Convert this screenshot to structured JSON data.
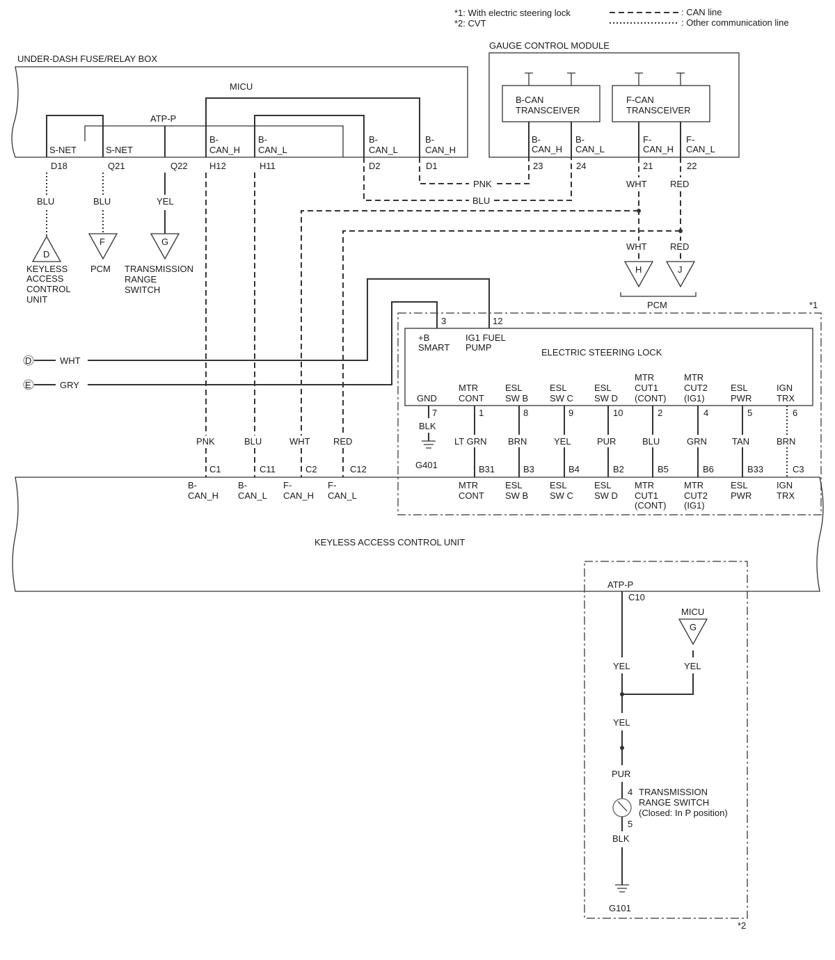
{
  "legend": {
    "note1": "*1: With electric steering lock",
    "note2": "*2: CVT",
    "can_line": ": CAN line",
    "other_line": ": Other communication line"
  },
  "fuse_box": {
    "title": "UNDER-DASH FUSE/RELAY BOX",
    "micu": "MICU",
    "atp_p": "ATP-P",
    "snet1": "S-NET",
    "snet2": "S-NET",
    "bcanh_1": "B-",
    "bcanh_2": "CAN_H",
    "bcanl_1": "B-",
    "bcanl_2": "CAN_L",
    "bcanl2_1": "B-",
    "bcanl2_2": "CAN_L",
    "bcanh2_1": "B-",
    "bcanh2_2": "CAN_H",
    "pins": {
      "d18": "D18",
      "q21": "Q21",
      "q22": "Q22",
      "h12": "H12",
      "h11": "H11",
      "d2": "D2",
      "d1": "D1"
    }
  },
  "gauge": {
    "title": "GAUGE CONTROL MODULE",
    "bcan_1": "B-CAN",
    "bcan_2": "TRANSCEIVER",
    "fcan_1": "F-CAN",
    "fcan_2": "TRANSCEIVER",
    "p23a": "B-",
    "p23b": "CAN_H",
    "p24a": "B-",
    "p24b": "CAN_L",
    "p21a": "F-",
    "p21b": "CAN_H",
    "p22a": "F-",
    "p22b": "CAN_L",
    "pins": {
      "p23": "23",
      "p24": "24",
      "p21": "21",
      "p22": "22"
    }
  },
  "wires": {
    "pnk": "PNK",
    "blu": "BLU",
    "wht": "WHT",
    "red": "RED",
    "wht2": "WHT",
    "red2": "RED",
    "d_blu": "BLU",
    "f_blu": "BLU",
    "g_yel": "YEL",
    "left_wht": "WHT",
    "left_gry": "GRY",
    "c1": "PNK",
    "c11": "BLU",
    "c2": "WHT",
    "c12": "RED",
    "blk": "BLK",
    "ltgrn": "LT GRN",
    "brn": "BRN",
    "yel": "YEL",
    "pur": "PUR",
    "blu_b5": "BLU",
    "grn": "GRN",
    "tan": "TAN",
    "brn_c3": "BRN"
  },
  "connectors": {
    "d": "D",
    "f": "F",
    "g": "G",
    "h": "H",
    "j": "J",
    "left_d": "D",
    "left_e": "E"
  },
  "conn_labels": {
    "d1": "KEYLESS",
    "d2": "ACCESS",
    "d3": "CONTROL",
    "d4": "UNIT",
    "f": "PCM",
    "g1": "TRANSMISSION",
    "g2": "RANGE",
    "g3": "SWITCH",
    "pcm": "PCM"
  },
  "esl": {
    "title": "ELECTRIC STEERING LOCK",
    "note": "*1",
    "pin3": "3",
    "pin12": "12",
    "smart1": "+B",
    "smart2": "SMART",
    "ig1": "IG1 FUEL",
    "ig2": "PUMP",
    "gnd": "GND",
    "mtr_cont1": "MTR",
    "mtr_cont2": "CONT",
    "eslb1": "ESL",
    "eslb2": "SW B",
    "eslc1": "ESL",
    "eslc2": "SW C",
    "esld1": "ESL",
    "esld2": "SW D",
    "cut1a": "MTR",
    "cut1b": "CUT1",
    "cut1c": "(CONT)",
    "cut2a": "MTR",
    "cut2b": "CUT2",
    "cut2c": "(IG1)",
    "pwr1": "ESL",
    "pwr2": "PWR",
    "ign1": "IGN",
    "ign2": "TRX",
    "pins": {
      "p7": "7",
      "p1": "1",
      "p8": "8",
      "p9": "9",
      "p10": "10",
      "p2": "2",
      "p4": "4",
      "p5": "5",
      "p6": "6"
    },
    "ground": "G401"
  },
  "kacu": {
    "title": "KEYLESS ACCESS CONTROL UNIT",
    "pins": {
      "c1": "C1",
      "c11": "C11",
      "c2": "C2",
      "c12": "C12",
      "b31": "B31",
      "b3": "B3",
      "b4": "B4",
      "b2": "B2",
      "b5": "B5",
      "b6": "B6",
      "b33": "B33",
      "c3": "C3",
      "c10": "C10"
    },
    "bcanh1": "B-",
    "bcanh2": "CAN_H",
    "bcanl1": "B-",
    "bcanl2": "CAN_L",
    "fcanh1": "F-",
    "fcanh2": "CAN_H",
    "fcanl1": "F-",
    "fcanl2": "CAN_L",
    "mtr1": "MTR",
    "mtr2": "CONT",
    "eslb1": "ESL",
    "eslb2": "SW B",
    "eslc1": "ESL",
    "eslc2": "SW C",
    "esld1": "ESL",
    "esld2": "SW D",
    "cut1a": "MTR",
    "cut1b": "CUT1",
    "cut1c": "(CONT)",
    "cut2a": "MTR",
    "cut2b": "CUT2",
    "cut2c": "(IG1)",
    "pwr1": "ESL",
    "pwr2": "PWR",
    "ign1": "IGN",
    "ign2": "TRX"
  },
  "cvt": {
    "atp_p": "ATP-P",
    "micu": "MICU",
    "g": "G",
    "yel1": "YEL",
    "yel2": "YEL",
    "yel3": "YEL",
    "pur": "PUR",
    "pin4": "4",
    "pin5": "5",
    "trs1": "TRANSMISSION",
    "trs2": "RANGE SWITCH",
    "trs3": "(Closed: In P position)",
    "blk": "BLK",
    "ground": "G101",
    "note": "*2"
  }
}
